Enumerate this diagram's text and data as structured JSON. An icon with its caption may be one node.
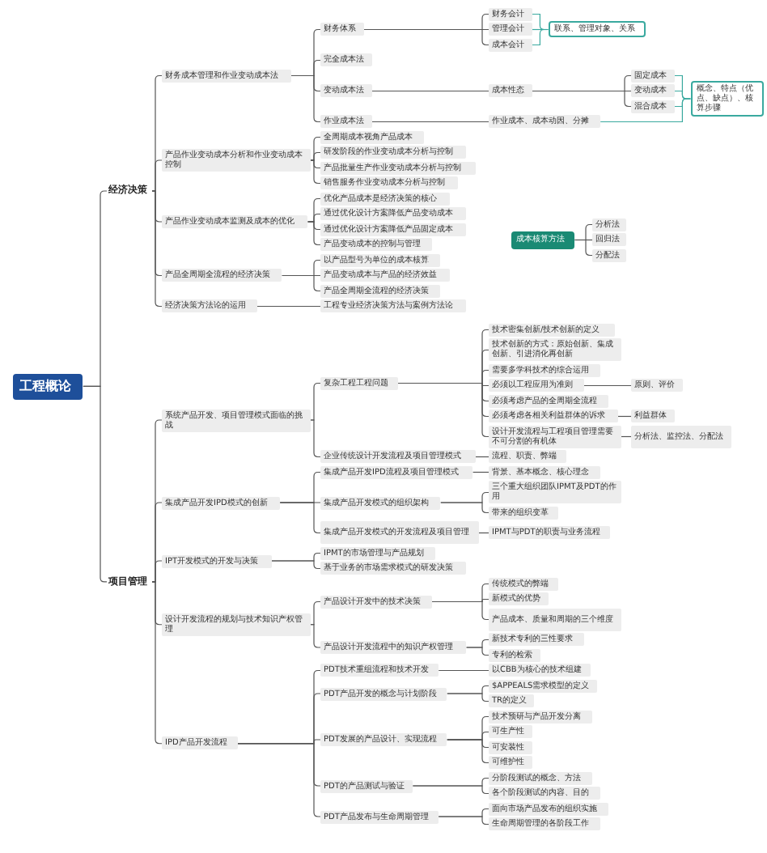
{
  "diagram": {
    "nodes": [
      {
        "text": [
          "工程概论"
        ]
      },
      {
        "text": [
          "经济决策"
        ]
      },
      {
        "text": [
          "财务成本管理和作业变动成本法"
        ]
      },
      {
        "text": [
          "财务体系"
        ]
      },
      {
        "text": [
          "财务会计"
        ]
      },
      {
        "text": [
          "管理会计"
        ]
      },
      {
        "text": [
          "成本会计"
        ]
      },
      {
        "text": [
          "完全成本法"
        ]
      },
      {
        "text": [
          "变动成本法"
        ]
      },
      {
        "text": [
          "成本性态"
        ]
      },
      {
        "text": [
          "固定成本"
        ]
      },
      {
        "text": [
          "变动成本"
        ]
      },
      {
        "text": [
          "混合成本"
        ]
      },
      {
        "text": [
          "作业成本法"
        ]
      },
      {
        "text": [
          "作业成本、成本动因、分摊"
        ]
      },
      {
        "text": [
          "联系、管理对象、关系"
        ]
      },
      {
        "text": [
          "概念、特点（优点、缺点）、核算步骤"
        ]
      },
      {
        "text": [
          "产品作业变动成本分析和作业变动成本控制"
        ]
      },
      {
        "text": [
          "全周期成本视角产品成本"
        ]
      },
      {
        "text": [
          "研发阶段的作业变动成本分析与控制"
        ]
      },
      {
        "text": [
          "产品批量生产作业变动成本分析与控制"
        ]
      },
      {
        "text": [
          "销售服务作业变动成本分析与控制"
        ]
      },
      {
        "text": [
          "产品作业变动成本监测及成本的优化"
        ]
      },
      {
        "text": [
          "优化产品成本是经济决策的核心"
        ]
      },
      {
        "text": [
          "通过优化设计方案降低产品变动成本"
        ]
      },
      {
        "text": [
          "通过优化设计方案降低产品固定成本"
        ]
      },
      {
        "text": [
          "产品变动成本的控制与管理"
        ]
      },
      {
        "text": [
          "产品全周期全流程的经济决策"
        ]
      },
      {
        "text": [
          "以产品型号为单位的成本核算"
        ]
      },
      {
        "text": [
          "产品变动成本与产品的经济效益"
        ]
      },
      {
        "text": [
          "产品全周期全流程的经济决策"
        ]
      },
      {
        "text": [
          "经济决策方法论的运用"
        ]
      },
      {
        "text": [
          "工程专业经济决策方法与案例方法论"
        ]
      },
      {
        "text": [
          "成本核算方法"
        ]
      },
      {
        "text": [
          "分析法"
        ]
      },
      {
        "text": [
          "回归法"
        ]
      },
      {
        "text": [
          "分配法"
        ]
      },
      {
        "text": [
          "项目管理"
        ]
      },
      {
        "text": [
          "系统产品开发、项目管理模式面临的挑战"
        ]
      },
      {
        "text": [
          "复杂工程工程问题"
        ]
      },
      {
        "text": [
          "技术密集创新/技术创新的定义"
        ]
      },
      {
        "text": [
          "技术创新的方式：原始创新、集成创新、引进消化再创新"
        ]
      },
      {
        "text": [
          "需要多学科技术的综合运用"
        ]
      },
      {
        "text": [
          "必须以工程应用为准则"
        ]
      },
      {
        "text": [
          "原则、评价"
        ]
      },
      {
        "text": [
          "必须考虑产品的全周期全流程"
        ]
      },
      {
        "text": [
          "必须考虑各相关利益群体的诉求"
        ]
      },
      {
        "text": [
          "利益群体"
        ]
      },
      {
        "text": [
          "设计开发流程与工程项目管理需要不可分割的有机体"
        ]
      },
      {
        "text": [
          "分析法、监控法、分配法"
        ]
      },
      {
        "text": [
          "企业传统设计开发流程及项目管理模式"
        ]
      },
      {
        "text": [
          "流程、职责、弊端"
        ]
      },
      {
        "text": [
          "集成产品开发IPD模式的创新"
        ]
      },
      {
        "text": [
          "集成产品开发IPD流程及项目管理模式"
        ]
      },
      {
        "text": [
          "背景、基本概念、核心理念"
        ]
      },
      {
        "text": [
          "集成产品开发模式的组织架构"
        ]
      },
      {
        "text": [
          "三个重大组织团队IPMT及PDT的作用"
        ]
      },
      {
        "text": [
          "带来的组织变革"
        ]
      },
      {
        "text": [
          "集成产品开发模式的开发流程及项目管理"
        ]
      },
      {
        "text": [
          "IPMT与PDT的职责与业务流程"
        ]
      },
      {
        "text": [
          "IPT开发模式的开发与决策"
        ]
      },
      {
        "text": [
          "IPMT的市场管理与产品规划"
        ]
      },
      {
        "text": [
          "基于业务的市场需求模式的研发决策"
        ]
      },
      {
        "text": [
          "设计开发流程的规划与技术知识产权管理"
        ]
      },
      {
        "text": [
          "产品设计开发中的技术决策"
        ]
      },
      {
        "text": [
          "传统模式的弊端"
        ]
      },
      {
        "text": [
          "新模式的优势"
        ]
      },
      {
        "text": [
          "产品成本、质量和周期的三个维度"
        ]
      },
      {
        "text": [
          "产品设计开发流程中的知识产权管理"
        ]
      },
      {
        "text": [
          "新技术专利的三性要求"
        ]
      },
      {
        "text": [
          "专利的检索"
        ]
      },
      {
        "text": [
          "IPD产品开发流程"
        ]
      },
      {
        "text": [
          "PDT技术重组流程和技术开发"
        ]
      },
      {
        "text": [
          "以CBB为核心的技术组建"
        ]
      },
      {
        "text": [
          "PDT产品开发的概念与计划阶段"
        ]
      },
      {
        "text": [
          "$APPEALS需求模型的定义"
        ]
      },
      {
        "text": [
          "TR的定义"
        ]
      },
      {
        "text": [
          "PDT发展的产品设计、实现流程"
        ]
      },
      {
        "text": [
          "技术预研与产品开发分离"
        ]
      },
      {
        "text": [
          "可生产性"
        ]
      },
      {
        "text": [
          "可安装性"
        ]
      },
      {
        "text": [
          "可维护性"
        ]
      },
      {
        "text": [
          "PDT的产品测试与验证"
        ]
      },
      {
        "text": [
          "分阶段测试的概念、方法"
        ]
      },
      {
        "text": [
          "各个阶段测试的内容、目的"
        ]
      },
      {
        "text": [
          "PDT产品发布与生命周期管理"
        ]
      },
      {
        "text": [
          "面向市场产品发布的组织实施"
        ]
      },
      {
        "text": [
          "生命周期管理的各阶段工作"
        ]
      }
    ],
    "edges": [
      {
        "from": 0,
        "to": 1,
        "arrow": "none"
      },
      {
        "from": 0,
        "to": 37,
        "arrow": "none"
      },
      {
        "from": 1,
        "to": 2,
        "arrow": "none"
      },
      {
        "from": 2,
        "to": 3,
        "arrow": "none"
      },
      {
        "from": 3,
        "to": 4,
        "arrow": "none"
      },
      {
        "from": 3,
        "to": 5,
        "arrow": "none"
      },
      {
        "from": 3,
        "to": 6,
        "arrow": "none"
      },
      {
        "from": 4,
        "to": 15,
        "arrow": "none",
        "color": "#3aa99f"
      },
      {
        "from": 5,
        "to": 15,
        "arrow": "none",
        "color": "#3aa99f"
      },
      {
        "from": 6,
        "to": 15,
        "arrow": "none",
        "color": "#3aa99f"
      },
      {
        "from": 2,
        "to": 7,
        "arrow": "none"
      },
      {
        "from": 2,
        "to": 8,
        "arrow": "none"
      },
      {
        "from": 8,
        "to": 9,
        "arrow": "none"
      },
      {
        "from": 9,
        "to": 10,
        "arrow": "none"
      },
      {
        "from": 9,
        "to": 11,
        "arrow": "none"
      },
      {
        "from": 9,
        "to": 12,
        "arrow": "none"
      },
      {
        "from": 2,
        "to": 13,
        "arrow": "none"
      },
      {
        "from": 13,
        "to": 14,
        "arrow": "none"
      },
      {
        "from": 10,
        "to": 16,
        "arrow": "none",
        "color": "#3aa99f"
      },
      {
        "from": 11,
        "to": 16,
        "arrow": "none",
        "color": "#3aa99f"
      },
      {
        "from": 12,
        "to": 16,
        "arrow": "none",
        "color": "#3aa99f"
      },
      {
        "from": 14,
        "to": 16,
        "arrow": "none",
        "color": "#3aa99f"
      },
      {
        "from": 1,
        "to": 17,
        "arrow": "none"
      },
      {
        "from": 17,
        "to": 18,
        "arrow": "none"
      },
      {
        "from": 17,
        "to": 19,
        "arrow": "none"
      },
      {
        "from": 17,
        "to": 20,
        "arrow": "none"
      },
      {
        "from": 17,
        "to": 21,
        "arrow": "none"
      },
      {
        "from": 1,
        "to": 22,
        "arrow": "none"
      },
      {
        "from": 22,
        "to": 23,
        "arrow": "none"
      },
      {
        "from": 22,
        "to": 24,
        "arrow": "none"
      },
      {
        "from": 22,
        "to": 25,
        "arrow": "none"
      },
      {
        "from": 22,
        "to": 26,
        "arrow": "none"
      },
      {
        "from": 1,
        "to": 27,
        "arrow": "none"
      },
      {
        "from": 27,
        "to": 28,
        "arrow": "none"
      },
      {
        "from": 27,
        "to": 29,
        "arrow": "none"
      },
      {
        "from": 27,
        "to": 30,
        "arrow": "none"
      },
      {
        "from": 1,
        "to": 31,
        "arrow": "none"
      },
      {
        "from": 31,
        "to": 32,
        "arrow": "none"
      },
      {
        "from": 33,
        "to": 34,
        "arrow": "none"
      },
      {
        "from": 33,
        "to": 35,
        "arrow": "none"
      },
      {
        "from": 33,
        "to": 36,
        "arrow": "none"
      },
      {
        "from": 37,
        "to": 38,
        "arrow": "none"
      },
      {
        "from": 38,
        "to": 39,
        "arrow": "none"
      },
      {
        "from": 39,
        "to": 40,
        "arrow": "none"
      },
      {
        "from": 39,
        "to": 41,
        "arrow": "none"
      },
      {
        "from": 39,
        "to": 42,
        "arrow": "none"
      },
      {
        "from": 39,
        "to": 43,
        "arrow": "none"
      },
      {
        "from": 43,
        "to": 44,
        "arrow": "none"
      },
      {
        "from": 39,
        "to": 45,
        "arrow": "none"
      },
      {
        "from": 39,
        "to": 46,
        "arrow": "none"
      },
      {
        "from": 46,
        "to": 47,
        "arrow": "none"
      },
      {
        "from": 39,
        "to": 48,
        "arrow": "none"
      },
      {
        "from": 48,
        "to": 49,
        "arrow": "none"
      },
      {
        "from": 38,
        "to": 50,
        "arrow": "none"
      },
      {
        "from": 50,
        "to": 51,
        "arrow": "none"
      },
      {
        "from": 37,
        "to": 52,
        "arrow": "none"
      },
      {
        "from": 52,
        "to": 53,
        "arrow": "none"
      },
      {
        "from": 53,
        "to": 54,
        "arrow": "none"
      },
      {
        "from": 52,
        "to": 55,
        "arrow": "none"
      },
      {
        "from": 55,
        "to": 56,
        "arrow": "none"
      },
      {
        "from": 55,
        "to": 57,
        "arrow": "none"
      },
      {
        "from": 52,
        "to": 58,
        "arrow": "none"
      },
      {
        "from": 58,
        "to": 59,
        "arrow": "none"
      },
      {
        "from": 37,
        "to": 60,
        "arrow": "none"
      },
      {
        "from": 60,
        "to": 61,
        "arrow": "none"
      },
      {
        "from": 60,
        "to": 62,
        "arrow": "none"
      },
      {
        "from": 37,
        "to": 63,
        "arrow": "none"
      },
      {
        "from": 63,
        "to": 64,
        "arrow": "none"
      },
      {
        "from": 64,
        "to": 65,
        "arrow": "none"
      },
      {
        "from": 64,
        "to": 66,
        "arrow": "none"
      },
      {
        "from": 64,
        "to": 67,
        "arrow": "none"
      },
      {
        "from": 63,
        "to": 68,
        "arrow": "none"
      },
      {
        "from": 68,
        "to": 69,
        "arrow": "none"
      },
      {
        "from": 68,
        "to": 70,
        "arrow": "none"
      },
      {
        "from": 37,
        "to": 71,
        "arrow": "none"
      },
      {
        "from": 71,
        "to": 72,
        "arrow": "none"
      },
      {
        "from": 72,
        "to": 73,
        "arrow": "none"
      },
      {
        "from": 71,
        "to": 74,
        "arrow": "none"
      },
      {
        "from": 74,
        "to": 75,
        "arrow": "none"
      },
      {
        "from": 74,
        "to": 76,
        "arrow": "none"
      },
      {
        "from": 71,
        "to": 77,
        "arrow": "none"
      },
      {
        "from": 77,
        "to": 78,
        "arrow": "none"
      },
      {
        "from": 77,
        "to": 79,
        "arrow": "none"
      },
      {
        "from": 77,
        "to": 80,
        "arrow": "none"
      },
      {
        "from": 77,
        "to": 81,
        "arrow": "none"
      },
      {
        "from": 71,
        "to": 82,
        "arrow": "none"
      },
      {
        "from": 82,
        "to": 83,
        "arrow": "none"
      },
      {
        "from": 82,
        "to": 84,
        "arrow": "none"
      },
      {
        "from": 71,
        "to": 85,
        "arrow": "none"
      },
      {
        "from": 85,
        "to": 86,
        "arrow": "none"
      },
      {
        "from": 85,
        "to": 87,
        "arrow": "none"
      }
    ]
  }
}
